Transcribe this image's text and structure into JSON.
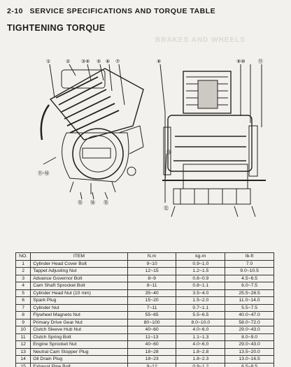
{
  "header": {
    "number": "2-10",
    "title": "SERVICE SPECIFICATIONS AND TORQUE TABLE"
  },
  "subtitle": "TIGHTENING TORQUE",
  "ghost_text": "BRAKES AND WHEELS",
  "figure": {
    "left_callouts_top": [
      "①",
      "②",
      "③④",
      "⑤",
      "⑥",
      "⑦"
    ],
    "left_callouts_bottom": [
      "⑬",
      "⑭",
      "⑮"
    ],
    "left_callout_side": "⑪-⑯",
    "right_callouts_top": [
      "⑧",
      "⑨⑩",
      "⑪"
    ],
    "right_callout_left": "⑬",
    "right_callout_bottom": "⑫"
  },
  "table": {
    "headers": [
      "NO.",
      "ITEM",
      "N.m",
      "kg-m",
      "lb-ft"
    ],
    "rows": [
      [
        "1",
        "Cylinder Head Cover Bolt",
        "9~10",
        "0.9~1.0",
        "7.0"
      ],
      [
        "2",
        "Tappet Adjusting Nut",
        "12~15",
        "1.2~1.5",
        "9.0~10.5"
      ],
      [
        "3",
        "Advance Governor Bolt",
        "8~9",
        "0.6~0.9",
        "4.5~6.5"
      ],
      [
        "4",
        "Cam Shaft Sprocket Bolt",
        "8~11",
        "0.8~1.1",
        "6.0~7.5"
      ],
      [
        "5",
        "Cylinder Head Nut (10 mm)",
        "35~40",
        "3.5~4.0",
        "25.5~28.5"
      ],
      [
        "6",
        "Spark Plug",
        "15~20",
        "1.5~2.0",
        "11.0~14.0"
      ],
      [
        "7",
        "Cylinder Nut",
        "7~11",
        "0.7~1.1",
        "5.5~7.5"
      ],
      [
        "8",
        "Flywheel Magneto Nut",
        "55~65",
        "5.5~6.5",
        "40.0~47.0"
      ],
      [
        "9",
        "Primary Drive Gear Nut",
        "80~100",
        "8.0~10.0",
        "58.0~72.0"
      ],
      [
        "10",
        "Clutch Sleeve Hub Nut",
        "40~60",
        "4.0~6.0",
        "29.0~43.0"
      ],
      [
        "11",
        "Clutch Spring Bolt",
        "11~13",
        "1.1~1.3",
        "8.0~9.0"
      ],
      [
        "12",
        "Engine Sprocket Nut",
        "40~60",
        "4.0~6.0",
        "29.0~43.0"
      ],
      [
        "13",
        "Neutral Cam Stopper Plug",
        "18~28",
        "1.8~2.8",
        "13.5~20.0"
      ],
      [
        "14",
        "Oil Drain Plug",
        "18~23",
        "1.8~2.3",
        "13.0~16.5"
      ],
      [
        "15",
        "Exhaust Pipe Bolt",
        "9~12",
        "0.9~1.2",
        "6.5~8.5"
      ]
    ]
  }
}
